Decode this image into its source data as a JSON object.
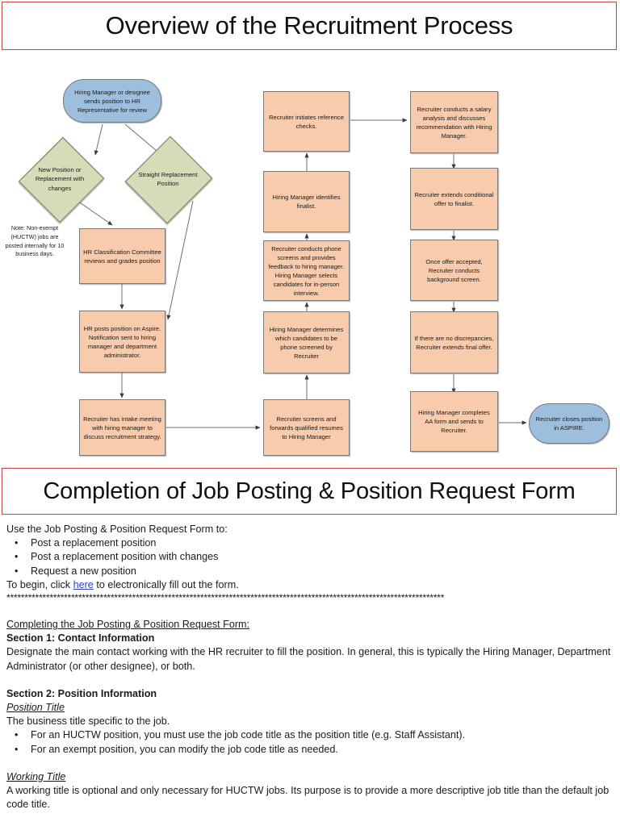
{
  "banners": {
    "top_title": "Overview of the Recruitment Process",
    "mid_title": "Completion of Job Posting & Position Request Form"
  },
  "flowchart": {
    "nodes": {
      "start": "Hiring Manager or designee sends position to HR Representative for review",
      "decision_new": "New Position or Replacement with changes",
      "decision_straight": "Straight Replacement Position",
      "note": "Note: Non-exempt (HUCTW) jobs are posted internally for 10 business days.",
      "hr_classification": "HR Classification Committee reviews and grades position",
      "hr_posts": "HR posts position on Aspire.  Notification sent to hiring manager and department administrator.",
      "intake_meeting": "Recruiter has intake meeting with hiring manager to discuss recruitment strategy.",
      "recruiter_screens": "Recruiter screens and forwards qualified resumes to Hiring Manager",
      "hm_determines": "Hiring Manager determines which candidates to be phone screened by Recruiter",
      "phone_screens": "Recruiter conducts phone screens and provides feedback to hiring manager.  Hiring Manager selects candidates for in-person interview.",
      "hm_finalist": "Hiring Manager identifies finalist.",
      "reference_checks": "Recruiter initiates reference checks.",
      "salary_analysis": "Recruiter conducts a salary analysis and discusses recommendation with Hiring Manager.",
      "conditional_offer": "Recruiter extends conditional offer to finalist.",
      "background_screen": "Once offer accepted, Recruiter conducts background screen.",
      "final_offer": "If there are no discrepancies, Recruiter extends final offer.",
      "aa_form": "Hiring Manager completes AA form and sends to Recruiter.",
      "close_position": "Recruiter closes position in ASPIRE."
    },
    "colors": {
      "process_fill": "#f7cbab",
      "terminator_fill": "#9dbfdd",
      "decision_fill": "#d7dbb8",
      "border": "#7a7a7a",
      "banner_border": "#c9453f"
    }
  },
  "content": {
    "intro": "Use the Job Posting & Position Request Form to:",
    "bullets": [
      "Post a replacement position",
      "Post a replacement position with changes",
      "Request a new position"
    ],
    "bullet_char": "•",
    "begin_prefix": "To begin, click ",
    "begin_link": "here",
    "begin_suffix": " to electronically fill out the form.",
    "star_divider": "**************************************************************************************************************************",
    "completing_heading": "Completing the Job Posting & Position Request Form:",
    "section1_heading": "Section 1:  Contact Information",
    "section1_body": "Designate the main contact working with the HR recruiter to fill the position.  In general, this is typically the Hiring Manager, Department Administrator (or other designee), or both.",
    "section2_heading": "Section 2:  Position Information",
    "position_title_heading": "Position Title",
    "position_title_body": "The business title specific to the job.",
    "position_title_bullets": [
      "For an HUCTW position, you must use the job code title as the position title (e.g. Staff Assistant).",
      "For an exempt position, you can modify the job code title as needed."
    ],
    "working_title_heading": "Working Title",
    "working_title_body": "A working title is optional and only necessary for HUCTW jobs. Its purpose is to provide a more descriptive job title than the default job code title."
  }
}
